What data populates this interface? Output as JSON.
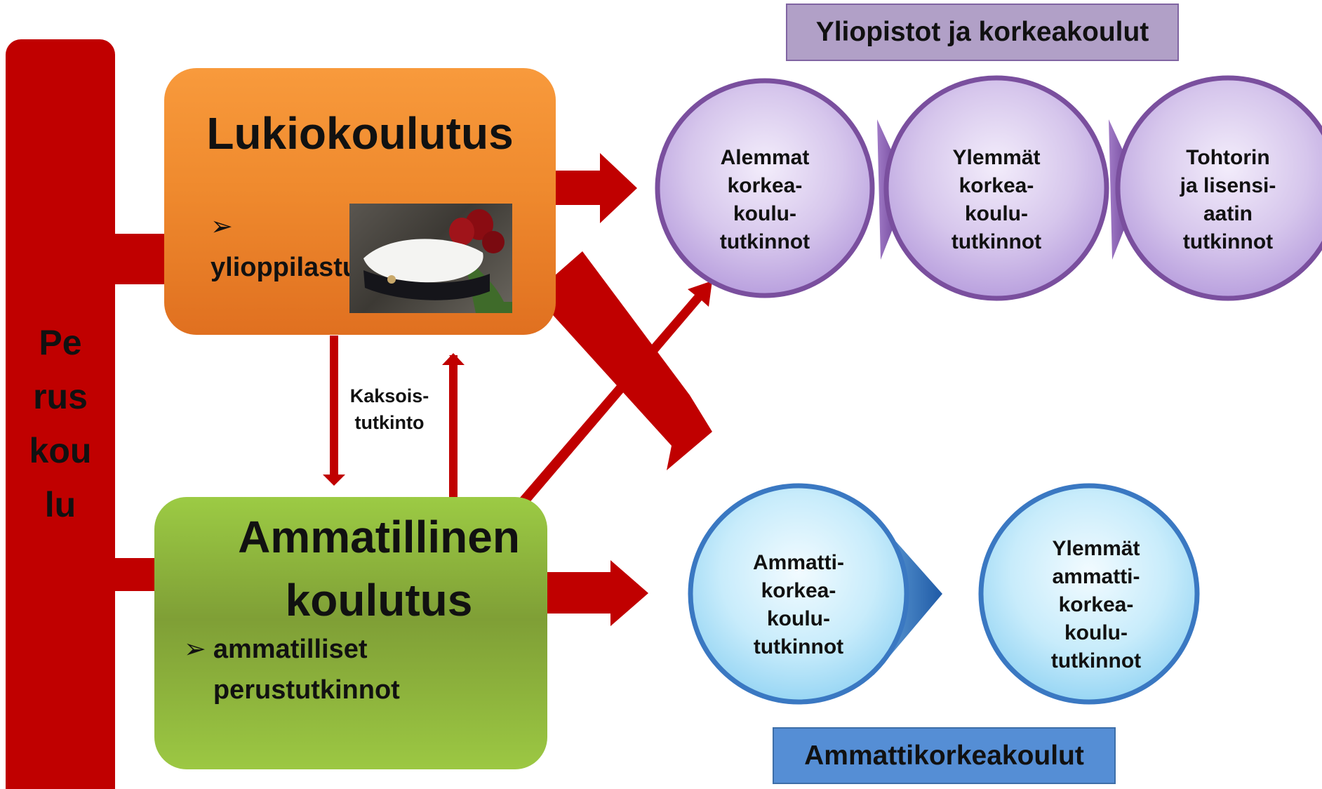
{
  "peruskoulu": {
    "label": "Pe\nrus\nkou\nlu"
  },
  "lukio": {
    "title": "Lukiokoulutus",
    "bullet_marker": "➢",
    "bullet": "ylioppilastutkinto"
  },
  "ammatillinen": {
    "title": "Ammatillinen\nkoulutus",
    "bullet_marker": "➢",
    "bullet": "ammatilliset\nperustutkinnot"
  },
  "kaksoistutkinto": "Kaksois-\ntutkinto",
  "yliopistot": {
    "title": "Yliopistot ja korkeakoulut",
    "degrees": [
      "Alemmat\nkorkea-\nkoulu-\ntutkinnot",
      "Ylemmät\nkorkea-\nkoulu-\ntutkinnot",
      "Tohtorin\nja lisensi-\naatin\ntutkinnot"
    ]
  },
  "ammattikorkeakoulut": {
    "title": "Ammattikorkeakoulut",
    "degrees": [
      "Ammatti-\nkorkea-\nkoulu-\ntutkinnot",
      "Ylemmät\nammatti-\nkorkea-\nkoulu-\ntutkinnot"
    ]
  },
  "colors": {
    "arrow_red": "#c00000",
    "lukio_orange": "#f08c2f",
    "ammatillinen_green": "#8cb33c",
    "university_purple": "#7a4f9e",
    "amk_blue": "#3a78c2"
  },
  "icons": {
    "photo": "graduation-cap-with-roses-photo"
  }
}
